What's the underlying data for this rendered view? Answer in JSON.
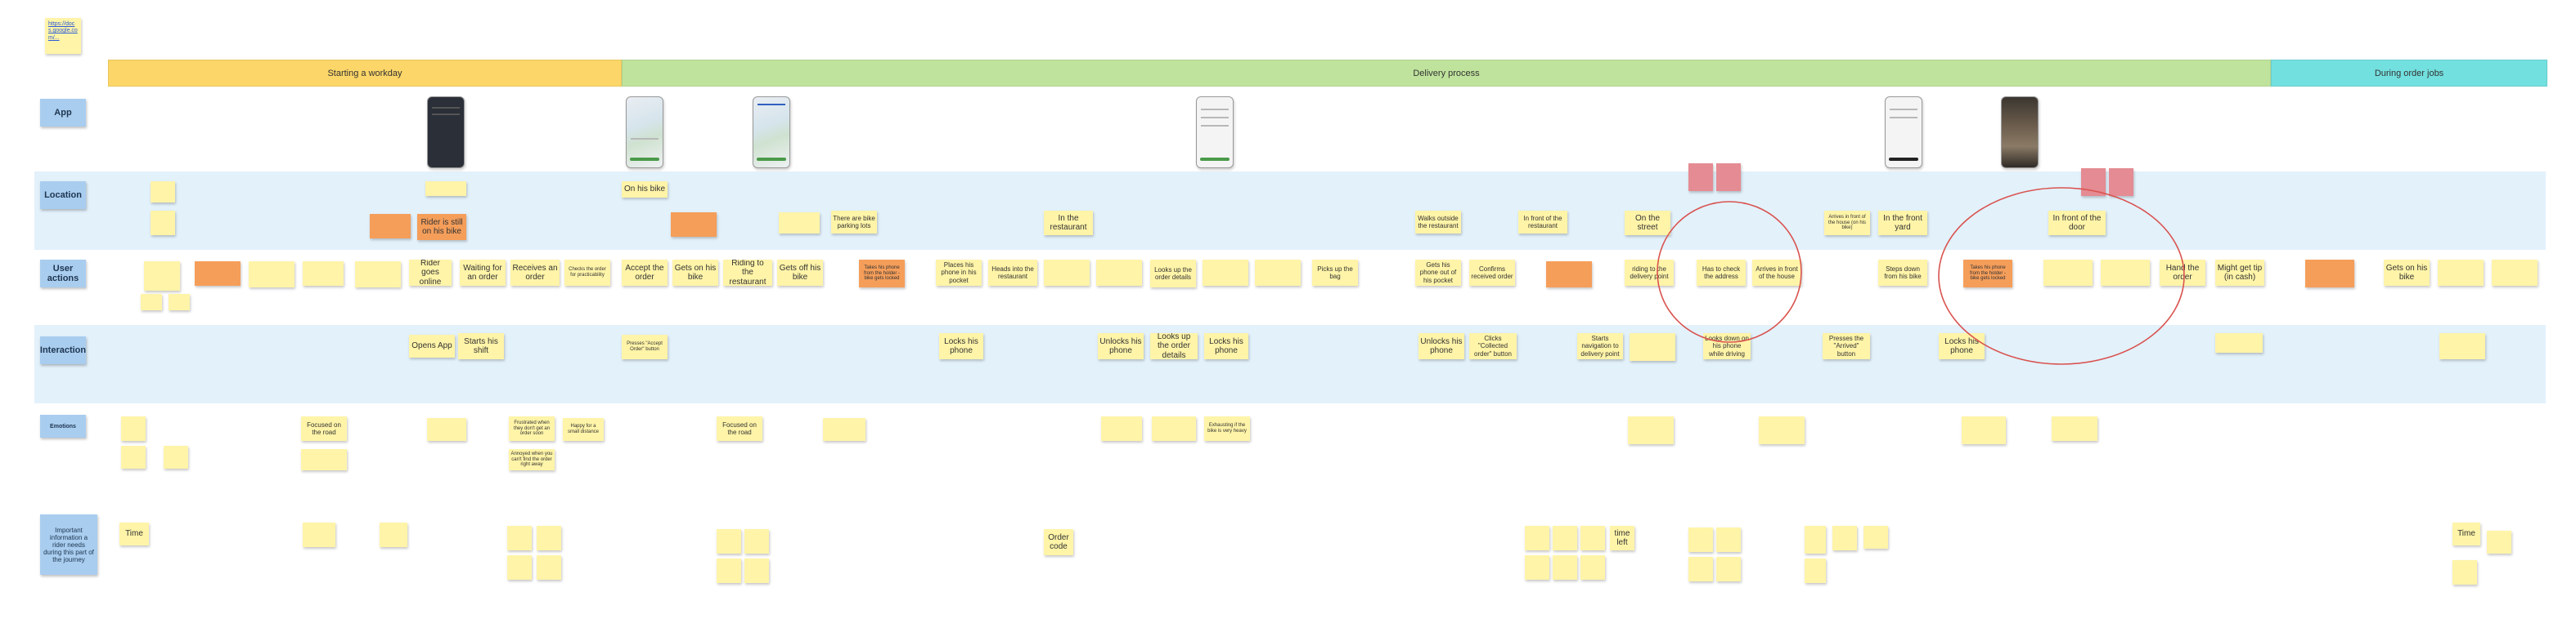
{
  "link_note": "https://docs.google.com/...",
  "phases": [
    {
      "label": "Starting a workday",
      "color": "#fcd668"
    },
    {
      "label": "Delivery process",
      "color": "#bfe39c"
    },
    {
      "label": "During order jobs",
      "color": "#72e0df"
    }
  ],
  "rows": {
    "app": "App",
    "location": "Location",
    "user_actions": "User actions",
    "interaction": "Interaction",
    "emotions": "Emotions",
    "info": "Important information a rider needs during this part of the journey"
  },
  "location_notes": {
    "on_his_bike": "On his bike",
    "still_on_bike": "Rider is still on his bike",
    "bike_parking": "There are bike parking lots",
    "in_restaurant": "In the restaurant",
    "walks_outside": "Walks outside the restaurant",
    "in_front_restaurant": "In front of the restaurant",
    "on_street": "On the street",
    "arrives_front": "Arrives in front of the house (on his bike)",
    "front_yard": "In the front yard",
    "front_door": "In front of the door"
  },
  "actions": {
    "goes_online": "Rider goes online",
    "waiting": "Waiting for an order",
    "receives": "Receives an order",
    "checks_order": "Checks the order for practicability",
    "accept": "Accept the order",
    "gets_on_bike": "Gets on his bike",
    "riding_restaurant": "Riding to the restaurant",
    "gets_off_bike": "Gets off his bike",
    "takes_phone": "Takes his phone from the holder - bike gets locked",
    "places_phone": "Places his phone in his pocket",
    "heads_into": "Heads into the restaurant",
    "looks_up": "Looks up the order details",
    "picks_up": "Picks up the bag",
    "gets_phone": "Gets his phone out of his pocket",
    "confirms": "Confirms received order",
    "riding_delivery": "riding to the delivery point",
    "check_address": "Has to check the address",
    "arrives_house": "Arrives in front of the house",
    "steps_down": "Steps down from his bike",
    "takes_phone_2": "Takes his phone from the holder - bike gets locked",
    "hand_order": "Hand the order",
    "tip": "Might get tip (in cash)",
    "gets_on_bike_2": "Gets on his bike"
  },
  "interactions": {
    "opens_app": "Opens App",
    "starts_shift": "Starts his shift",
    "presses_accept": "Presses \"Accept Order\" button",
    "locks_phone": "Locks his phone",
    "unlocks_phone": "Unlocks his phone",
    "looks_up_details": "Looks up the order details",
    "locks_phone_2": "Locks his phone",
    "unlocks_phone_2": "Unlocks his phone",
    "clicks_collected": "Clicks \"Collected order\" button",
    "starts_navigation": "Starts navigation to delivery point",
    "looks_down": "Looks down on his phone while driving",
    "presses_arrived": "Presses the \"Arrived\" button",
    "locks_phone_3": "Locks his phone"
  },
  "emotions": {
    "focused_road": "Focused on the road",
    "frustrated": "Frustrated when they don't get an order soon",
    "happy": "Happy for a small distance",
    "annoyed": "Annoyed when you can't find the order right away",
    "exhausting": "Exhausting if the bike is very heavy",
    "focused_road_2": "Focused on the road"
  },
  "info": {
    "time": "Time",
    "order_code": "Order code",
    "time_left": "time left",
    "time_2": "Time"
  },
  "colors": {
    "band": "#e3f1fb",
    "sticky": "#fff4a8",
    "orange": "#f59e5a",
    "pink": "#e58b93",
    "row_label": "#a9cdef",
    "circle": "#d9534f"
  }
}
